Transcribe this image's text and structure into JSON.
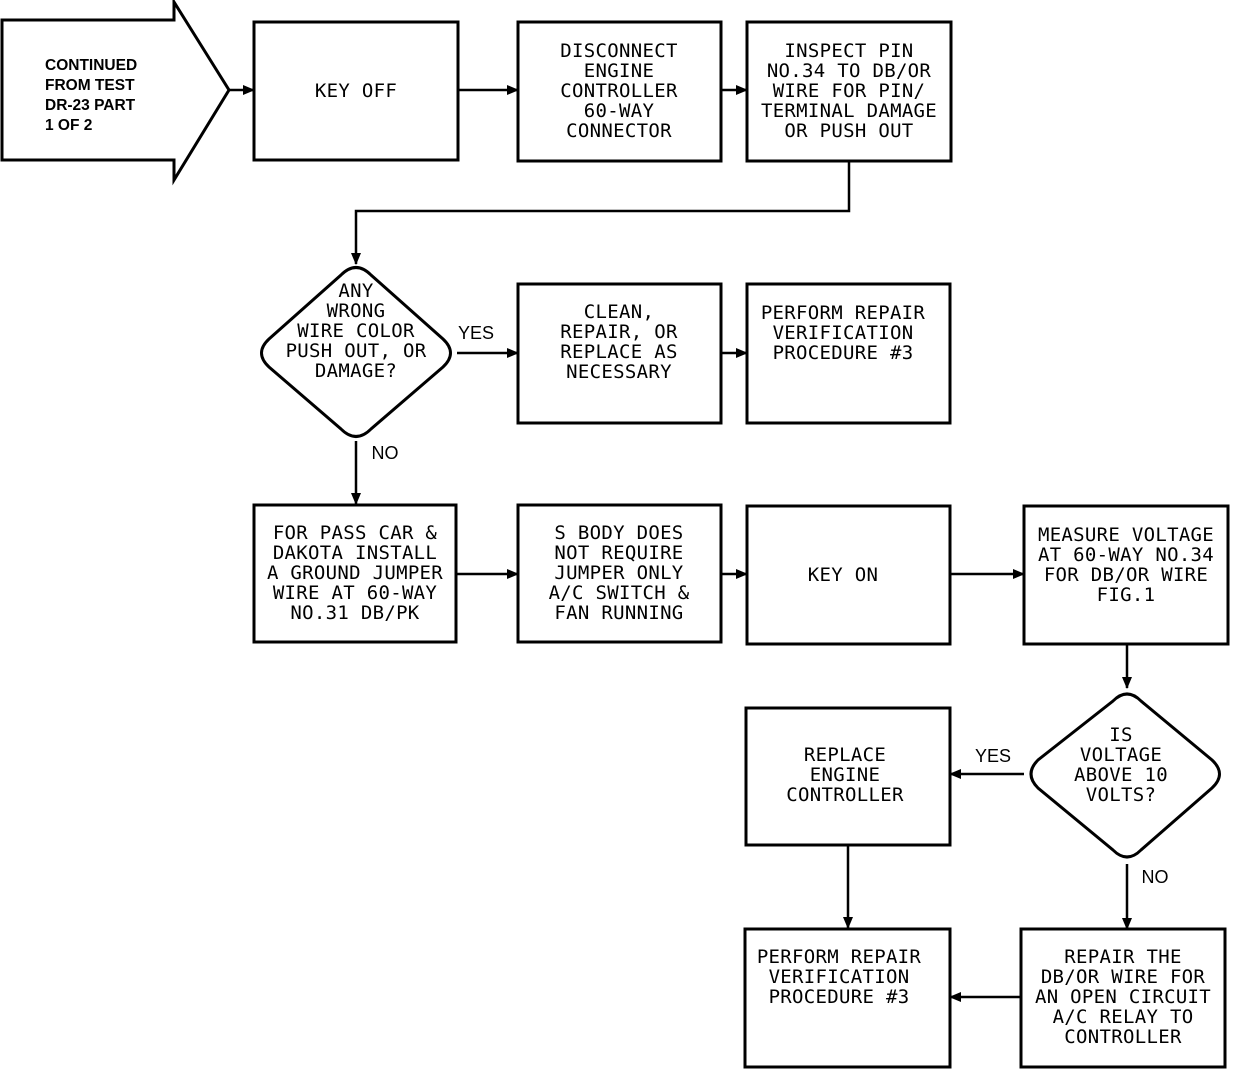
{
  "diagram": {
    "start": {
      "lines": [
        "CONTINUED",
        "FROM TEST",
        "DR-23 PART",
        "1 OF 2"
      ]
    },
    "key_off": {
      "lines": [
        "KEY OFF"
      ]
    },
    "disconnect": {
      "lines": [
        "DISCONNECT",
        "ENGINE",
        "CONTROLLER",
        "60-WAY",
        "CONNECTOR"
      ]
    },
    "inspect": {
      "lines": [
        "INSPECT PIN",
        "NO.34 TO DB/OR",
        "WIRE FOR PIN/",
        "TERMINAL DAMAGE",
        "OR PUSH OUT"
      ]
    },
    "decision1": {
      "lines": [
        "ANY",
        "WRONG",
        "WIRE COLOR",
        "PUSH OUT, OR",
        "DAMAGE?"
      ]
    },
    "clean": {
      "lines": [
        "CLEAN,",
        "REPAIR, OR",
        "REPLACE AS",
        "NECESSARY"
      ]
    },
    "verify1": {
      "lines": [
        "PERFORM REPAIR",
        "VERIFICATION",
        "PROCEDURE #3"
      ]
    },
    "pass_car": {
      "lines": [
        "FOR PASS CAR &",
        "DAKOTA INSTALL",
        "A GROUND JUMPER",
        "WIRE AT 60-WAY",
        "NO.31 DB/PK"
      ]
    },
    "s_body": {
      "lines": [
        "S BODY DOES",
        "NOT REQUIRE",
        "JUMPER ONLY",
        "A/C SWITCH &",
        "FAN RUNNING"
      ]
    },
    "key_on": {
      "lines": [
        "KEY ON"
      ]
    },
    "measure": {
      "lines": [
        "MEASURE VOLTAGE",
        "AT 60-WAY NO.34",
        "FOR DB/OR WIRE",
        "FIG.1"
      ]
    },
    "decision2": {
      "lines": [
        "IS",
        "VOLTAGE",
        "ABOVE 10",
        "VOLTS?"
      ]
    },
    "replace": {
      "lines": [
        "REPLACE",
        "ENGINE",
        "CONTROLLER"
      ]
    },
    "verify2": {
      "lines": [
        "PERFORM REPAIR",
        "VERIFICATION",
        "PROCEDURE #3"
      ]
    },
    "repair_wire": {
      "lines": [
        "REPAIR THE",
        "DB/OR WIRE FOR",
        "AN OPEN CIRCUIT",
        "A/C RELAY TO",
        "CONTROLLER"
      ]
    },
    "labels": {
      "yes1": "YES",
      "no1": "NO",
      "yes2": "YES",
      "no2": "NO"
    }
  }
}
